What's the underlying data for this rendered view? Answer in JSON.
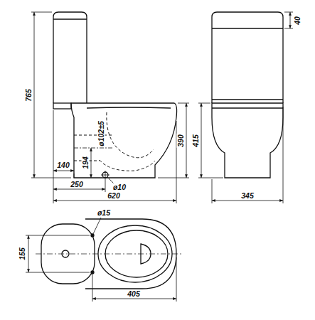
{
  "diagram": {
    "labels": [
      "765",
      "140",
      "194",
      "ø102±5",
      "250",
      "ø10",
      "620",
      "390",
      "415",
      "40",
      "345",
      "ø15",
      "155",
      "405"
    ]
  }
}
